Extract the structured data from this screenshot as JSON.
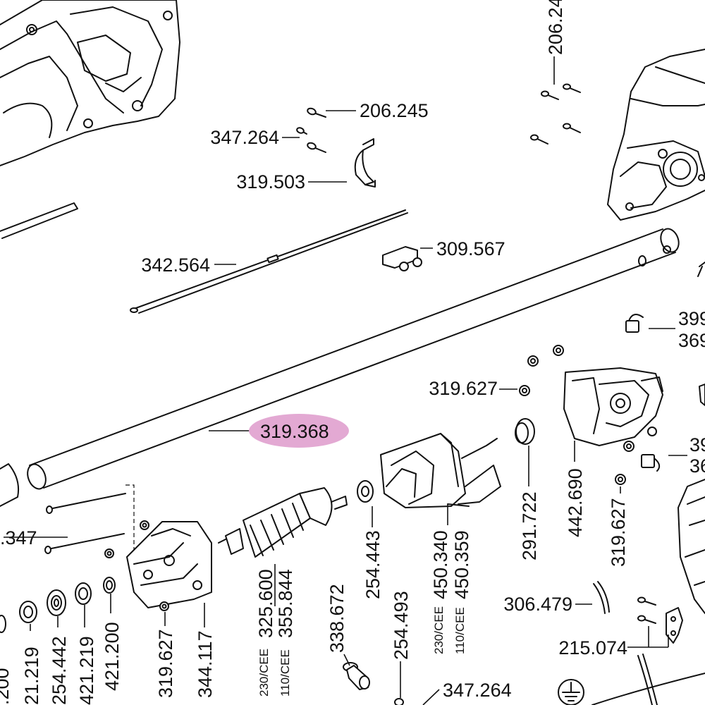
{
  "highlight": {
    "label": "319.368",
    "color": "#e3a9d3"
  },
  "labels": {
    "l206_245_top": "206.24",
    "l206_245": "206.245",
    "l347_264_top": "347.264",
    "l319_503": "319.503",
    "l342_564": "342.564",
    "l309_567": "309.567",
    "l399_a": "399",
    "l369_a": "369",
    "l319_627_a": "319.627",
    "l399_b": "39",
    "l369_b": "36",
    "l347_left": ".347",
    "l254_443": "254.443",
    "l325_600": "325.600",
    "l355_844": "355.844",
    "l450_340": "450.340",
    "l450_359": "450.359",
    "l291_722": "291.722",
    "l442_690": "442.690",
    "l319_627_b": "319.627",
    "l306_479": "306.479",
    "l215_074": "215.074",
    "l338_672": "338.672",
    "l254_493": "254.493",
    "l347_264_bot": "347.264",
    "l421_200_a": ".200",
    "l421_219_a": "21.219",
    "l254_442": "254.442",
    "l421_219_b": "421.219",
    "l421_200_b": "421.200",
    "l319_627_c": "319.627",
    "l344_117": "344.117"
  },
  "variants": {
    "cee230": "230/CEE",
    "cee110": "110/CEE"
  }
}
